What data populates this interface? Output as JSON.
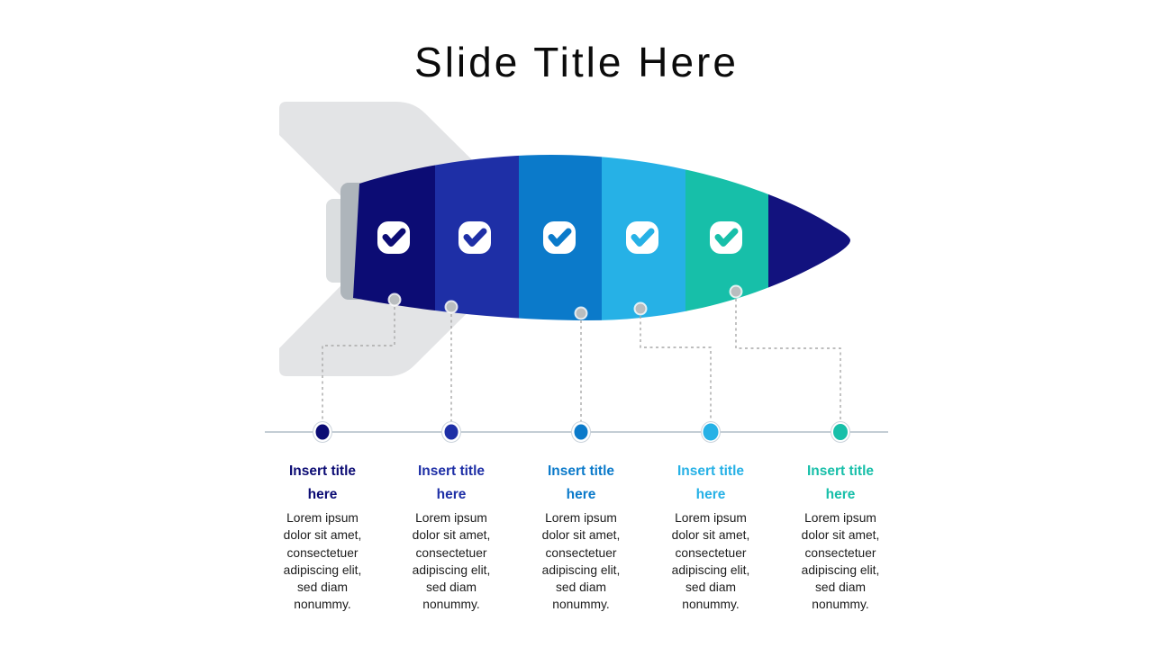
{
  "slide": {
    "title": "Slide Title Here",
    "background_color": "#ffffff"
  },
  "rocket": {
    "wing_color": "#E3E4E6",
    "tail_light_color": "#DBDEE0",
    "tail_dark_color": "#AEB5BB",
    "nose_color": "#12127E",
    "check_box_color": "#FFFFFF",
    "marker_dot_color": "#B9BDBF",
    "connector_color": "#A9A9A9",
    "timeline_line_color": "#C4CDD5",
    "timeline_ring_color": "#CBD3DB"
  },
  "steps": [
    {
      "index": "1",
      "color": "#0C0C74",
      "check_icon": "checkmark",
      "title": "Insert title\nhere",
      "body": "Lorem ipsum\ndolor sit amet,\nconsectetuer\nadipiscing elit,\nsed diam\nnonummy."
    },
    {
      "index": "2",
      "color": "#1E2FA6",
      "check_icon": "checkmark",
      "title": "Insert title\nhere",
      "body": "Lorem ipsum\ndolor sit amet,\nconsectetuer\nadipiscing elit,\nsed diam\nnonummy."
    },
    {
      "index": "3",
      "color": "#0B7ACA",
      "check_icon": "checkmark",
      "title": "Insert title\nhere",
      "body": "Lorem ipsum\ndolor sit amet,\nconsectetuer\nadipiscing elit,\nsed diam\nnonummy."
    },
    {
      "index": "4",
      "color": "#26B1E6",
      "check_icon": "checkmark",
      "title": "Insert title\nhere",
      "body": "Lorem ipsum\ndolor sit amet,\nconsectetuer\nadipiscing elit,\nsed diam\nnonummy."
    },
    {
      "index": "5",
      "color": "#17BFA9",
      "check_icon": "checkmark",
      "title": "Insert title\nhere",
      "body": "Lorem ipsum\ndolor sit amet,\nconsectetuer\nadipiscing elit,\nsed diam\nnonummy."
    }
  ]
}
